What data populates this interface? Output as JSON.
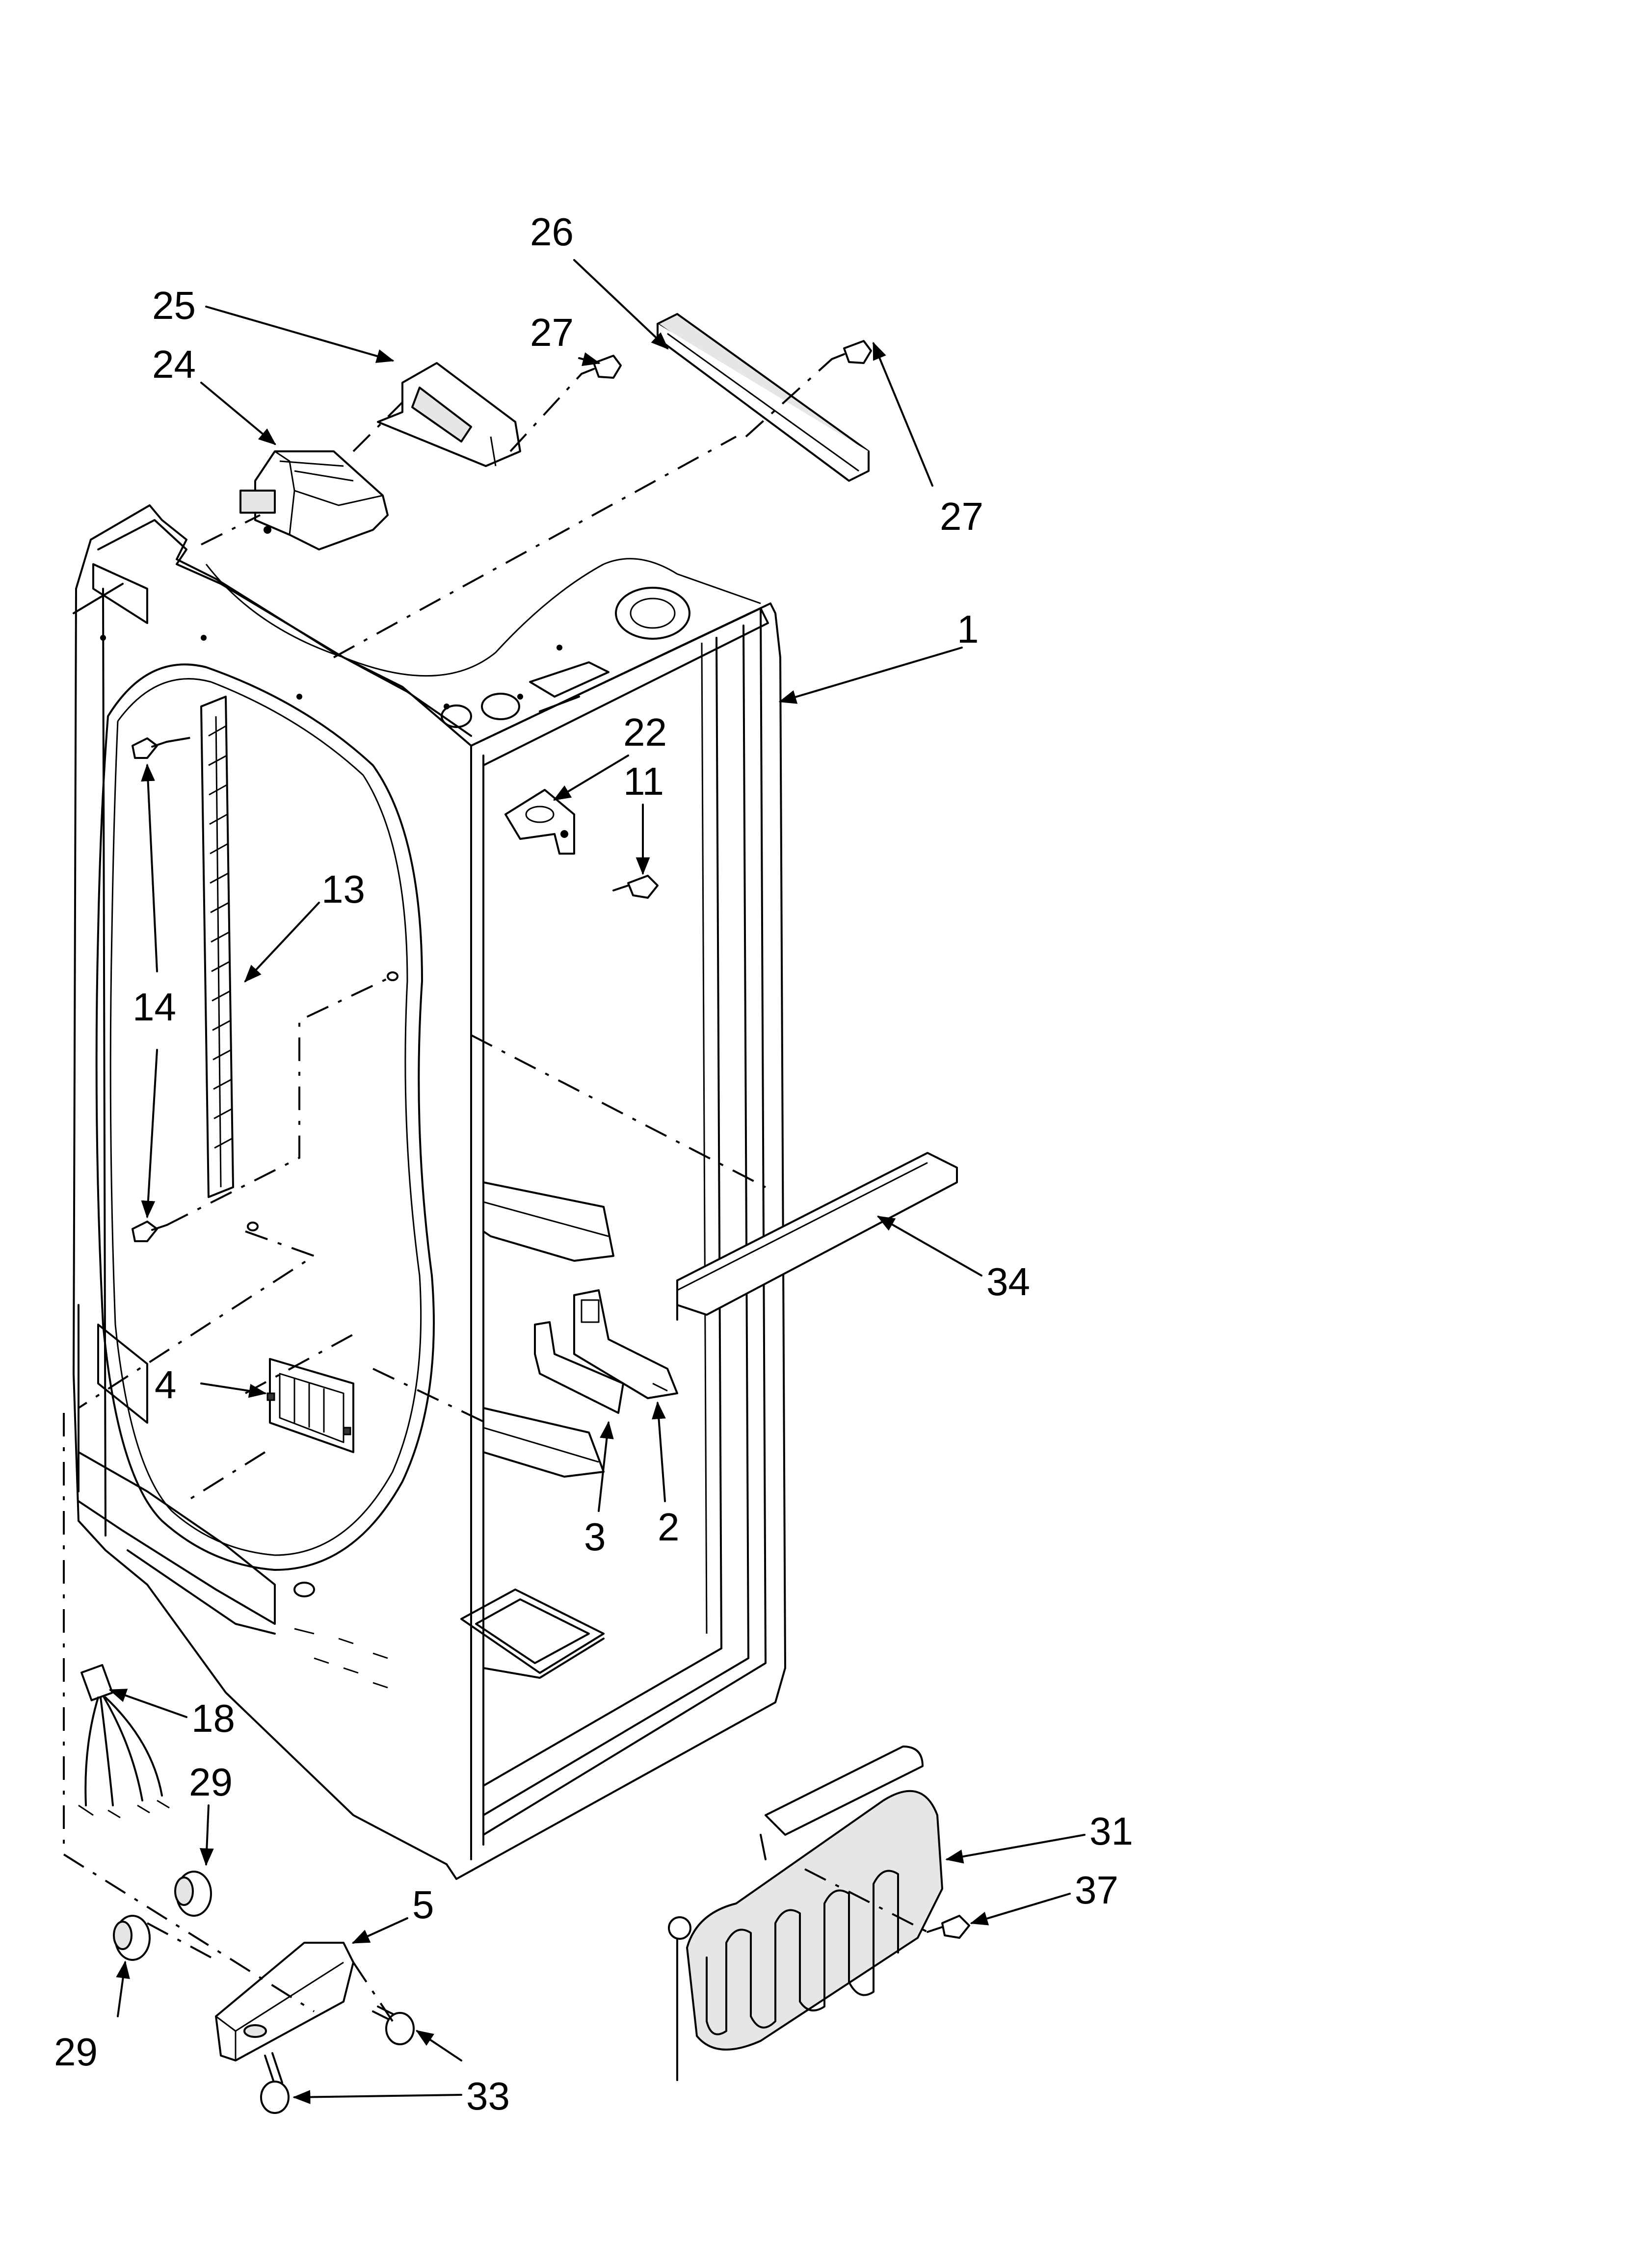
{
  "callouts": {
    "c1": "1",
    "c2": "2",
    "c3": "3",
    "c4": "4",
    "c5": "5",
    "c11": "11",
    "c13": "13",
    "c14": "14",
    "c18": "18",
    "c22": "22",
    "c24": "24",
    "c25": "25",
    "c26": "26",
    "c27a": "27",
    "c27b": "27",
    "c29a": "29",
    "c29b": "29",
    "c31": "31",
    "c33": "33",
    "c34": "34",
    "c37": "37"
  },
  "colors": {
    "ink": "#000000",
    "background": "#ffffff"
  }
}
